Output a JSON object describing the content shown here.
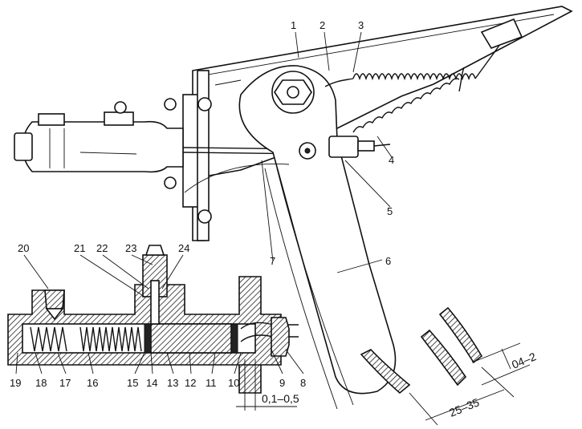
{
  "labels": {
    "l1": "1",
    "l2": "2",
    "l3": "3",
    "l4": "4",
    "l5": "5",
    "l6": "6",
    "l7": "7",
    "l8": "8",
    "l9": "9",
    "l10": "10",
    "l11": "11",
    "l12": "12",
    "l13": "13",
    "l14": "14",
    "l15": "15",
    "l16": "16",
    "l17": "17",
    "l18": "18",
    "l19": "19",
    "l20": "20",
    "l21": "21",
    "l22": "22",
    "l23": "23",
    "l24": "24"
  },
  "dimensions": {
    "free_play": "0,1–0,5",
    "pedal_travel": "25–35",
    "gap": "04–2"
  }
}
